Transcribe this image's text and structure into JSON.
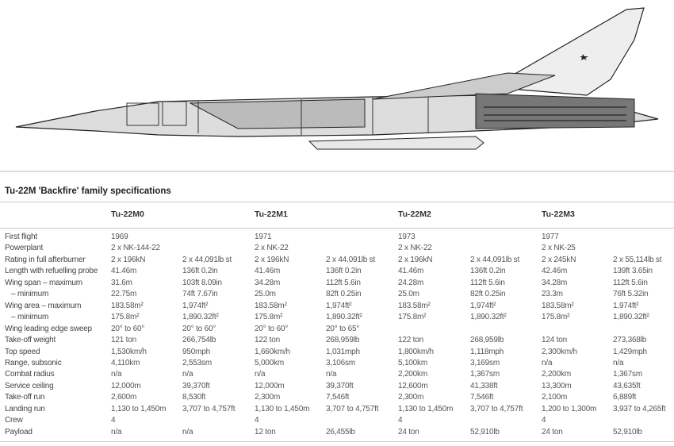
{
  "title": "Tu-22M 'Backfire' family specifications",
  "variants": [
    "Tu-22M0",
    "Tu-22M1",
    "Tu-22M2",
    "Tu-22M3"
  ],
  "rows": [
    [
      "First flight",
      "1969",
      "",
      "1971",
      "",
      "1973",
      "",
      "1977",
      ""
    ],
    [
      "Powerplant",
      "2 x NK-144-22",
      "",
      "2 x NK-22",
      "",
      "2 x NK-22",
      "",
      "2 x NK-25",
      ""
    ],
    [
      "Rating in full afterburner",
      "2 x 196kN",
      "2 x 44,091lb st",
      "2 x 196kN",
      "2 x 44,091lb st",
      "2 x 196kN",
      "2 x 44,091lb st",
      "2 x 245kN",
      "2 x 55,114lb st"
    ],
    [
      "Length with refuelling probe",
      "41.46m",
      "136ft 0.2in",
      "41.46m",
      "136ft 0.2in",
      "41.46m",
      "136ft 0.2in",
      "42.46m",
      "139ft 3.65in"
    ],
    [
      "Wing span – maximum",
      "31.6m",
      "103ft 8.09in",
      "34.28m",
      "112ft 5.6in",
      "24.28m",
      "112ft 5.6in",
      "34.28m",
      "112ft 5.6in"
    ],
    [
      "  – minimum",
      "22.75m",
      "74ft 7.67in",
      "25.0m",
      "82ft 0.25in",
      "25.0m",
      "82ft 0.25in",
      "23.3m",
      "76ft 5.32in"
    ],
    [
      "Wing area – maximum",
      "183.58m²",
      "1,974ft²",
      "183.58m²",
      "1,974ft²",
      "183.58m²",
      "1,974ft²",
      "183.58m²",
      "1,974ft²"
    ],
    [
      "  – minimum",
      "175.8m²",
      "1,890.32ft²",
      "175.8m²",
      "1,890.32ft²",
      "175.8m²",
      "1,890.32ft²",
      "175.8m²",
      "1,890.32ft²"
    ],
    [
      "Wing leading edge sweep",
      "20° to 60°",
      "20° to 60°",
      "20° to 60°",
      "20° to 65°",
      "",
      "",
      "",
      ""
    ],
    [
      "Take-off weight",
      "121 ton",
      "266,754lb",
      "122 ton",
      "268,959lb",
      "122 ton",
      "268,959lb",
      "124 ton",
      "273,368lb"
    ],
    [
      "Top speed",
      "1,530km/h",
      "950mph",
      "1,660km/h",
      "1,031mph",
      "1,800km/h",
      "1,118mph",
      "2,300km/h",
      "1,429mph"
    ],
    [
      "Range, subsonic",
      "4,110km",
      "2,553sm",
      "5,000km",
      "3,106sm",
      "5,100km",
      "3,169sm",
      "n/a",
      "n/a"
    ],
    [
      "Combat radius",
      "n/a",
      "n/a",
      "n/a",
      "n/a",
      "2,200km",
      "1,367sm",
      "2,200km",
      "1,367sm"
    ],
    [
      "Service ceiling",
      "12,000m",
      "39,370ft",
      "12,000m",
      "39,370ft",
      "12,600m",
      "41,338ft",
      "13,300m",
      "43,635ft"
    ],
    [
      "Take-off run",
      "2,600m",
      "8,530ft",
      "2,300m",
      "7,546ft",
      "2,300m",
      "7,546ft",
      "2,100m",
      "6,889ft"
    ],
    [
      "Landing run",
      "1,130 to 1,450m",
      "3,707 to 4,757ft",
      "1,130 to 1,450m",
      "3,707 to 4,757ft",
      "1,130 to 1,450m",
      "3,707 to 4,757ft",
      "1,200 to 1,300m",
      "3,937 to 4,265ft"
    ],
    [
      "Crew",
      "4",
      "",
      "4",
      "",
      "4",
      "",
      "4",
      ""
    ],
    [
      "Payload",
      "n/a",
      "n/a",
      "12 ton",
      "26,455lb",
      "24 ton",
      "52,910lb",
      "24 ton",
      "52,910lb"
    ]
  ]
}
